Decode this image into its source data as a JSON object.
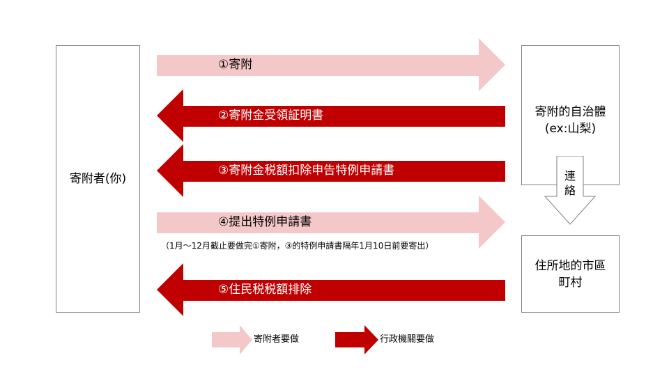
{
  "colors": {
    "donor_action": "#f4c7c8",
    "admin_action": "#c00000",
    "box_border": "#7f7f7f"
  },
  "boxes": {
    "donor": "寄附者(你)",
    "municipality": "寄附的自治體\n(ex:山梨)",
    "residence": "住所地的市區\n町村"
  },
  "contact_label": "連\n絡",
  "arrows": [
    {
      "label": "①寄附",
      "direction": "right",
      "actor": "donor"
    },
    {
      "label": "②寄附金受領証明書",
      "direction": "left",
      "actor": "admin"
    },
    {
      "label": "③寄附金税額扣除申告特例申請書",
      "direction": "left",
      "actor": "admin"
    },
    {
      "label": "④提出特例申請書",
      "direction": "right",
      "actor": "donor"
    },
    {
      "label": "⑤住民税税額排除",
      "direction": "left",
      "actor": "admin"
    }
  ],
  "note": "（1月～12月截止要做完①寄附，③的特例申請書隔年1月10日前要寄出）",
  "legend": {
    "donor_label": "寄附者要做",
    "admin_label": "行政機關要做"
  }
}
